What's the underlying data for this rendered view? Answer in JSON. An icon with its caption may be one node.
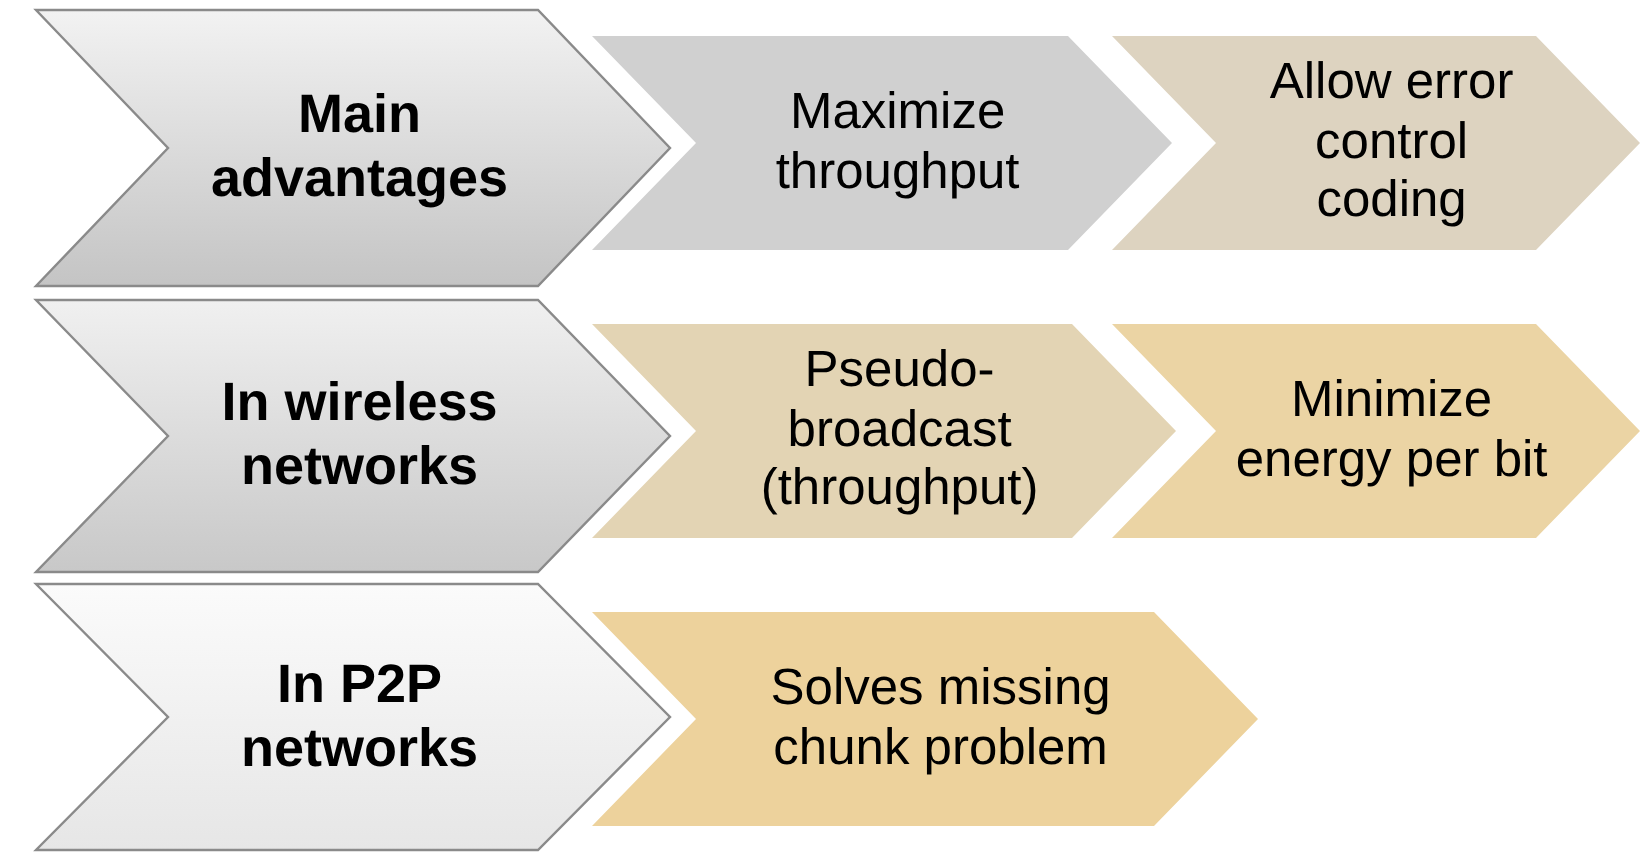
{
  "diagram": {
    "nodes": [
      {
        "text": [
          "Main advantages"
        ]
      },
      {
        "text": [
          "Maximize throughput"
        ]
      },
      {
        "text": [
          "Allow error control coding"
        ]
      },
      {
        "text": [
          "In wireless networks"
        ]
      },
      {
        "text": [
          "Pseudo-broadcast (throughput)"
        ]
      },
      {
        "text": [
          "Minimize energy per bit"
        ]
      },
      {
        "text": [
          "In P2P networks"
        ]
      },
      {
        "text": [
          "Solves missing chunk problem"
        ]
      }
    ]
  }
}
